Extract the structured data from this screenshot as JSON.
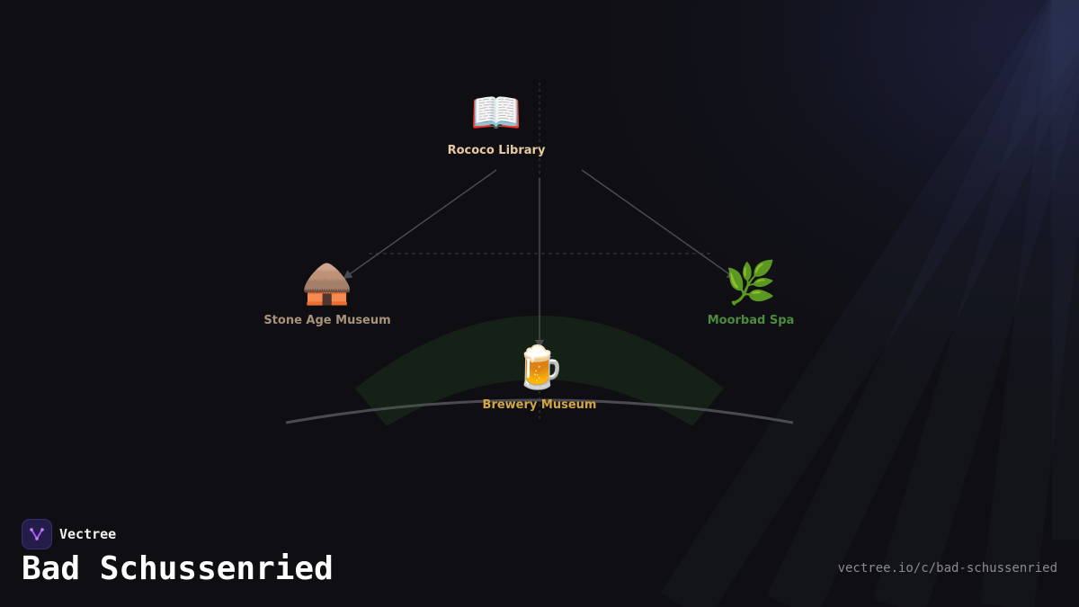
{
  "brand": {
    "name": "Vectree",
    "logo_icon": "vectree-logo-icon",
    "accent_color": "#a855f7"
  },
  "title": "Bad Schussenried",
  "url": "vectree.io/c/bad-schussenried",
  "diagram": {
    "root": {
      "label": "Rococo Library",
      "emoji": "📖",
      "icon": "open-book-icon",
      "color": "#e8c9a0"
    },
    "children": [
      {
        "label": "Stone Age Museum",
        "emoji": "🛖",
        "icon": "hut-icon",
        "color": "#a8927a"
      },
      {
        "label": "Brewery Museum",
        "emoji": "🍺",
        "icon": "beer-mug-icon",
        "color": "#d4a640"
      },
      {
        "label": "Moorbad Spa",
        "emoji": "🌿",
        "icon": "herb-icon",
        "color": "#4e8a3e"
      }
    ],
    "edge_color": "#4a4a50",
    "arc_glow_color": "#1a2a1c"
  }
}
